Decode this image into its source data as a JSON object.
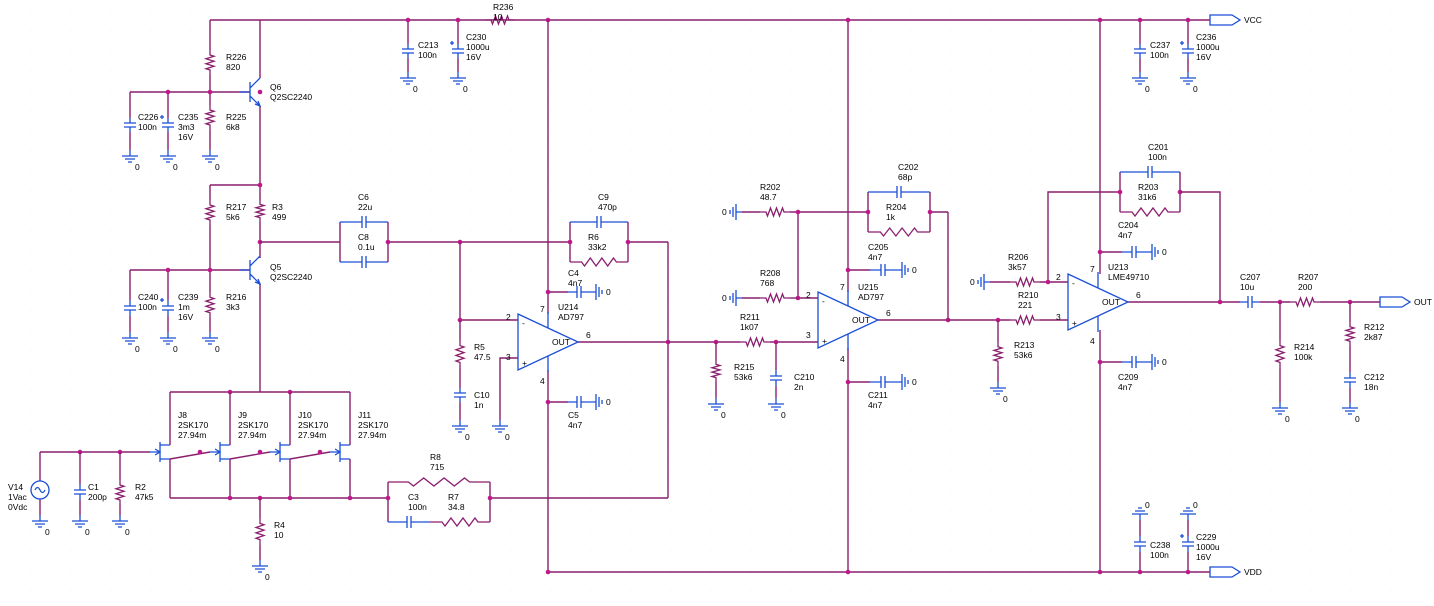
{
  "labels": {
    "R236": [
      "R236",
      "10"
    ],
    "R226": [
      "R226",
      "820"
    ],
    "Q6": [
      "Q6",
      "Q2SC2240"
    ],
    "C226": [
      "C226",
      "100n"
    ],
    "C235": [
      "C235",
      "3m3",
      "16V"
    ],
    "R225": [
      "R225",
      "6k8"
    ],
    "R217": [
      "R217",
      "5k6"
    ],
    "R3": [
      "R3",
      "499"
    ],
    "Q5": [
      "Q5",
      "Q2SC2240"
    ],
    "C240": [
      "C240",
      "100n"
    ],
    "C239": [
      "C239",
      "1m",
      "16V"
    ],
    "R216": [
      "R216",
      "3k3"
    ],
    "C213": [
      "C213",
      "100n"
    ],
    "C230": [
      "C230",
      "1000u",
      "16V"
    ],
    "C6": [
      "C6",
      "22u"
    ],
    "C8": [
      "C8",
      "0.1u"
    ],
    "C9": [
      "C9",
      "470p"
    ],
    "R6": [
      "R6",
      "33k2"
    ],
    "C4": [
      "C4",
      "4n7"
    ],
    "U214": [
      "U214",
      "AD797"
    ],
    "C5": [
      "C5",
      "4n7"
    ],
    "R5": [
      "R5",
      "47.5"
    ],
    "C10": [
      "C10",
      "1n"
    ],
    "J8": [
      "J8",
      "2SK170",
      "27.94m"
    ],
    "J9": [
      "J9",
      "2SK170",
      "27.94m"
    ],
    "J10": [
      "J10",
      "2SK170",
      "27.94m"
    ],
    "J11": [
      "J11",
      "2SK170",
      "27.94m"
    ],
    "V14": [
      "V14",
      "1Vac",
      "0Vdc"
    ],
    "C1": [
      "C1",
      "200p"
    ],
    "R2": [
      "R2",
      "47k5"
    ],
    "R4": [
      "R4",
      "10"
    ],
    "R8": [
      "R8",
      "715"
    ],
    "C3": [
      "C3",
      "100n"
    ],
    "R7": [
      "R7",
      "34.8"
    ],
    "R202": [
      "R202",
      "48.7"
    ],
    "R208": [
      "R208",
      "768"
    ],
    "R211": [
      "R211",
      "1k07"
    ],
    "R215": [
      "R215",
      "53k6"
    ],
    "C210": [
      "C210",
      "2n"
    ],
    "C202": [
      "C202",
      "68p"
    ],
    "R204": [
      "R204",
      "1k"
    ],
    "C205": [
      "C205",
      "4n7"
    ],
    "U215": [
      "U215",
      "AD797"
    ],
    "C211": [
      "C211",
      "4n7"
    ],
    "R206": [
      "R206",
      "3k57"
    ],
    "R210": [
      "R210",
      "221"
    ],
    "R213": [
      "R213",
      "53k6"
    ],
    "C201": [
      "C201",
      "100n"
    ],
    "R203": [
      "R203",
      "31k6"
    ],
    "C204": [
      "C204",
      "4n7"
    ],
    "U213": [
      "U213",
      "LME49710"
    ],
    "C209": [
      "C209",
      "4n7"
    ],
    "C207": [
      "C207",
      "10u"
    ],
    "R207": [
      "R207",
      "200"
    ],
    "R214": [
      "R214",
      "100k"
    ],
    "R212": [
      "R212",
      "2k87"
    ],
    "C212": [
      "C212",
      "18n"
    ],
    "C237": [
      "C237",
      "100n"
    ],
    "C236": [
      "C236",
      "1000u",
      "16V"
    ],
    "C238": [
      "C238",
      "100n"
    ],
    "C229": [
      "C229",
      "1000u",
      "16V"
    ]
  },
  "ports": {
    "vcc": "VCC",
    "vdd": "VDD",
    "out": "OUT"
  },
  "ground_label": "0",
  "opamp_text": {
    "out": "OUT",
    "minus": "-",
    "plus": "+"
  },
  "pin_numbers": {
    "u214": [
      "2",
      "3",
      "6",
      "7",
      "4"
    ],
    "u215": [
      "2",
      "3",
      "6",
      "7",
      "4"
    ],
    "u213": [
      "2",
      "3",
      "6",
      "7",
      "4"
    ]
  }
}
